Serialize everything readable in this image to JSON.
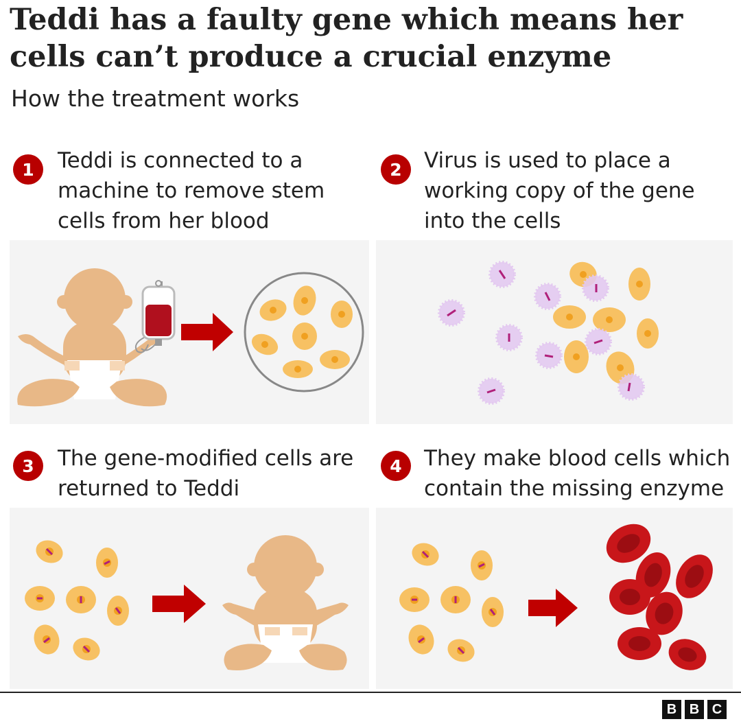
{
  "title": "Teddi has a faulty gene which means her cells can’t produce a crucial enzyme",
  "subtitle": "How the treatment works",
  "steps": [
    {
      "number": "1",
      "lines": [
        "Teddi is connected to a",
        "machine to remove stem",
        "cells from her blood"
      ]
    },
    {
      "number": "2",
      "lines": [
        "Virus is used to place a",
        "working copy of the gene",
        "into the cells"
      ]
    },
    {
      "number": "3",
      "lines": [
        "The gene-modified cells are",
        "returned to Teddi"
      ]
    },
    {
      "number": "4",
      "lines": [
        "They make blood cells which",
        "contain the missing enzyme"
      ]
    }
  ],
  "logo": [
    "B",
    "B",
    "C"
  ],
  "colors": {
    "accent_red": "#b80000",
    "arrow_red": "#c00000",
    "skin": "#e8b887",
    "stem_cell": "#f7c163",
    "stem_nucleus": "#f0a020",
    "virus": "#e3c8f0",
    "gene": "#b0207a",
    "blood_cell": "#c8161a",
    "panel_bg": "#f4f4f4"
  },
  "icons": [
    "baby-icon",
    "blood-bag-icon",
    "arrow-icon",
    "petri-dish-icon",
    "stem-cell-icon",
    "virus-icon",
    "red-blood-cell-icon"
  ]
}
